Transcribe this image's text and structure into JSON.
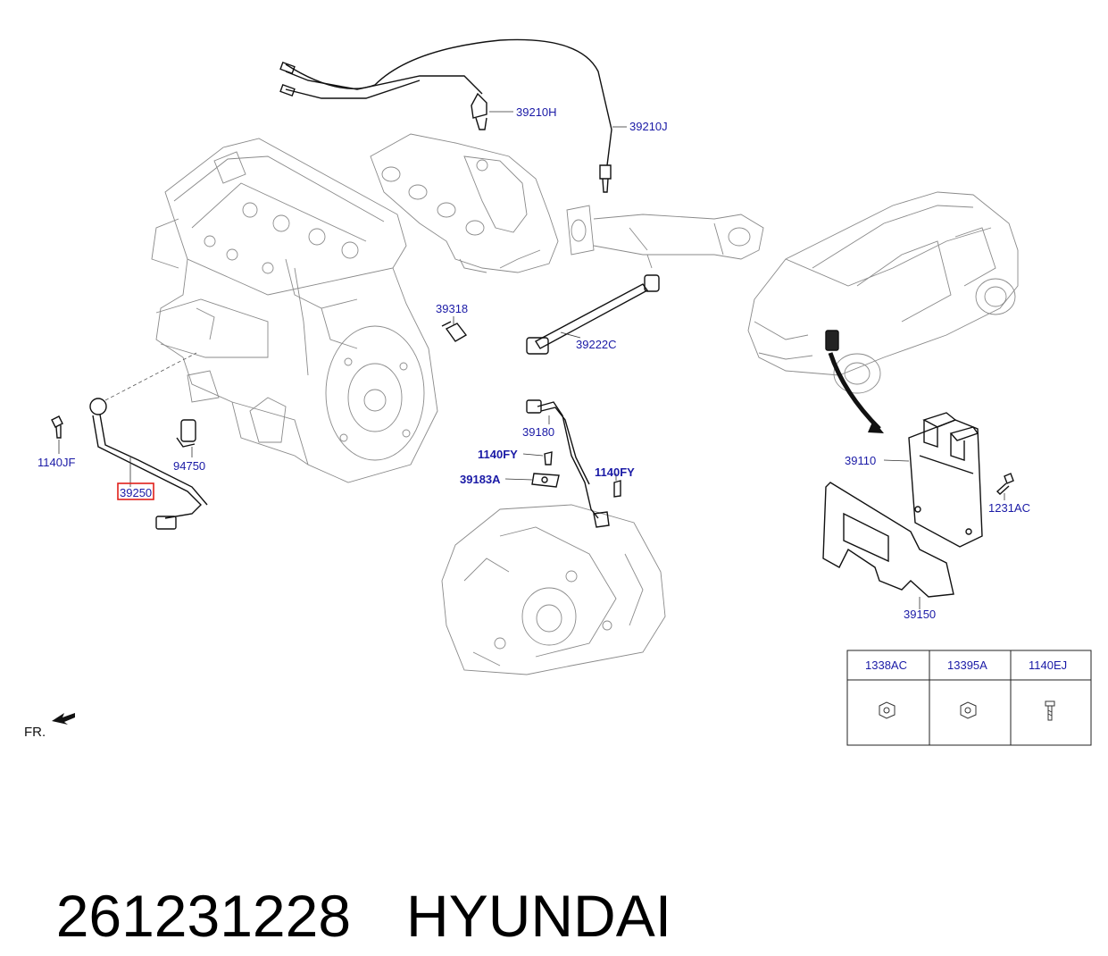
{
  "callouts": {
    "c39210H": "39210H",
    "c39210J": "39210J",
    "c39318": "39318",
    "c39222C": "39222C",
    "c1140JF": "1140JF",
    "c94750": "94750",
    "c39250": "39250",
    "c39180": "39180",
    "c1140FY_a": "1140FY",
    "c39183A": "39183A",
    "c1140FY_b": "1140FY",
    "c39110": "39110",
    "c1231AC": "1231AC",
    "c39150": "39150"
  },
  "parts_table": {
    "headers": [
      "1338AC",
      "13395A",
      "1140EJ"
    ],
    "icons": [
      "nut-icon",
      "nut-icon",
      "bolt-icon"
    ]
  },
  "direction_label": "FR.",
  "footer": {
    "part_number": "261231228",
    "brand": "HYUNDAI"
  },
  "colors": {
    "callout_text": "#1a1aa6",
    "highlight_box": "#e0201b"
  }
}
